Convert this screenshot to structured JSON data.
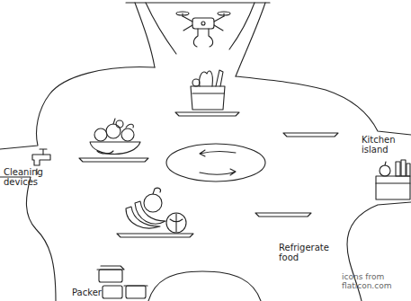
{
  "diagram": {
    "labels": [
      "Cleaning devices",
      "Kitchen island",
      "Refrigerate food",
      "Packer",
      "icons from flaticon.com"
    ]
  }
}
